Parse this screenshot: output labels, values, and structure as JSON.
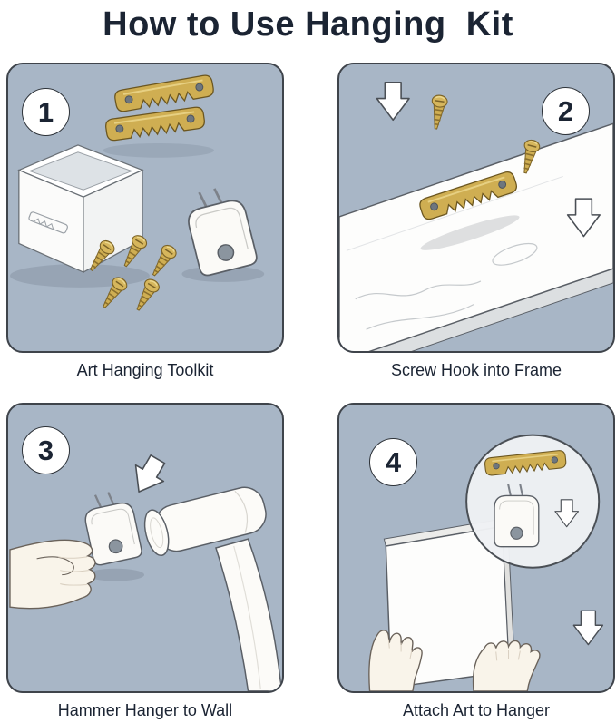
{
  "title": "How to Use Hanging  Kit",
  "steps": [
    {
      "number": "1",
      "caption": "Art Hanging Toolkit"
    },
    {
      "number": "2",
      "caption": "Screw Hook into Frame"
    },
    {
      "number": "3",
      "caption": "Hammer Hanger to Wall"
    },
    {
      "number": "4",
      "caption": "Attach Art to Hanger"
    }
  ],
  "colors": {
    "background": "#ffffff",
    "panel_background": "#a8b6c6",
    "panel_border": "#3f444b",
    "heading_text": "#1b2433",
    "caption_text": "#1b2433",
    "brass_gold": "#cfae52",
    "brass_dark": "#7a6227",
    "line_art": "#5a5f66",
    "skin_tone": "#f9f4ea"
  }
}
